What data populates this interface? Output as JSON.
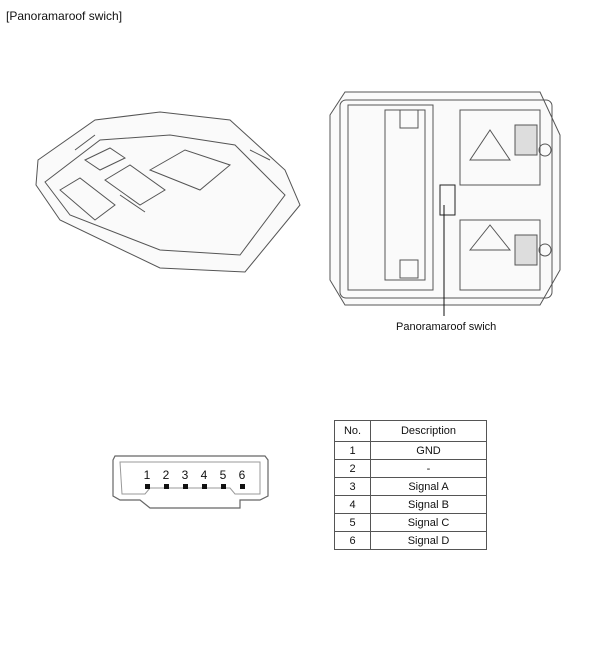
{
  "title": "[Panoramaroof swich]",
  "callout_label": "Panoramaroof swich",
  "connector": {
    "pins": [
      "1",
      "2",
      "3",
      "4",
      "5",
      "6"
    ]
  },
  "table": {
    "headers": [
      "No.",
      "Description"
    ],
    "rows": [
      {
        "no": "1",
        "desc": "GND"
      },
      {
        "no": "2",
        "desc": "-"
      },
      {
        "no": "3",
        "desc": "Signal A"
      },
      {
        "no": "4",
        "desc": "Signal B"
      },
      {
        "no": "5",
        "desc": "Signal C"
      },
      {
        "no": "6",
        "desc": "Signal D"
      }
    ]
  }
}
